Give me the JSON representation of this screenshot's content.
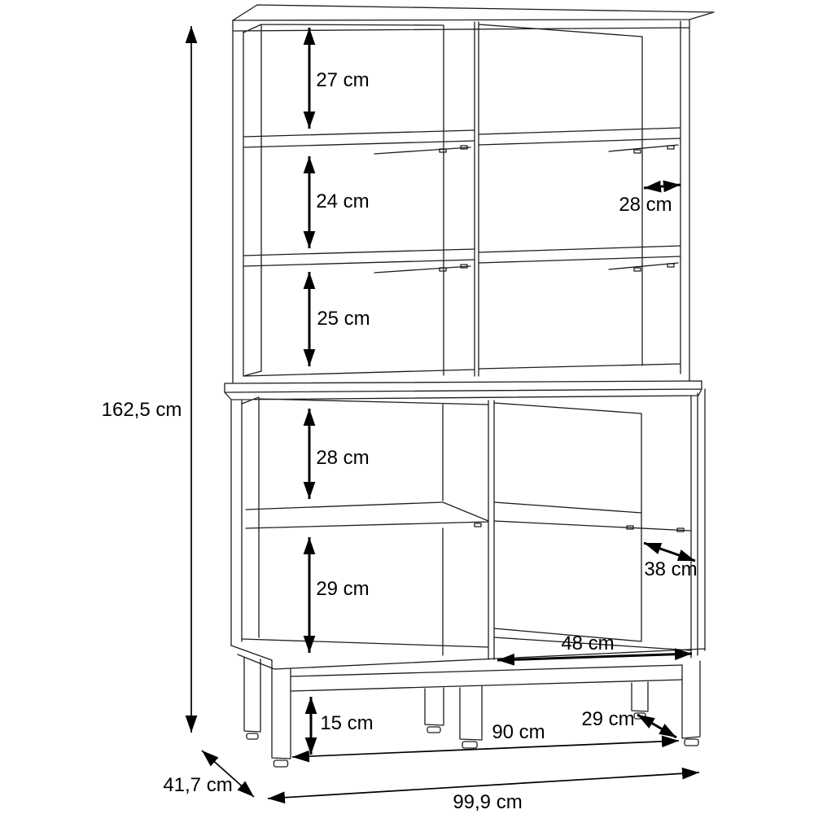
{
  "diagram": {
    "unit": "cm",
    "line_color": "#1d1d1b",
    "dimension_color": "#000000",
    "background_color": "#ffffff"
  },
  "dimensions": {
    "overall_height": "162,5 cm",
    "upper_shelf_top": "27 cm",
    "upper_shelf_middle": "24 cm",
    "upper_shelf_bottom": "25 cm",
    "upper_depth": "28 cm",
    "lower_shelf_top": "28 cm",
    "lower_shelf_bottom": "29 cm",
    "lower_depth": "38 cm",
    "lower_opening_width": "48 cm",
    "leg_height": "15 cm",
    "leg_span_width": "90 cm",
    "leg_span_depth": "29 cm",
    "overall_width": "99,9 cm",
    "overall_depth": "41,7 cm"
  }
}
